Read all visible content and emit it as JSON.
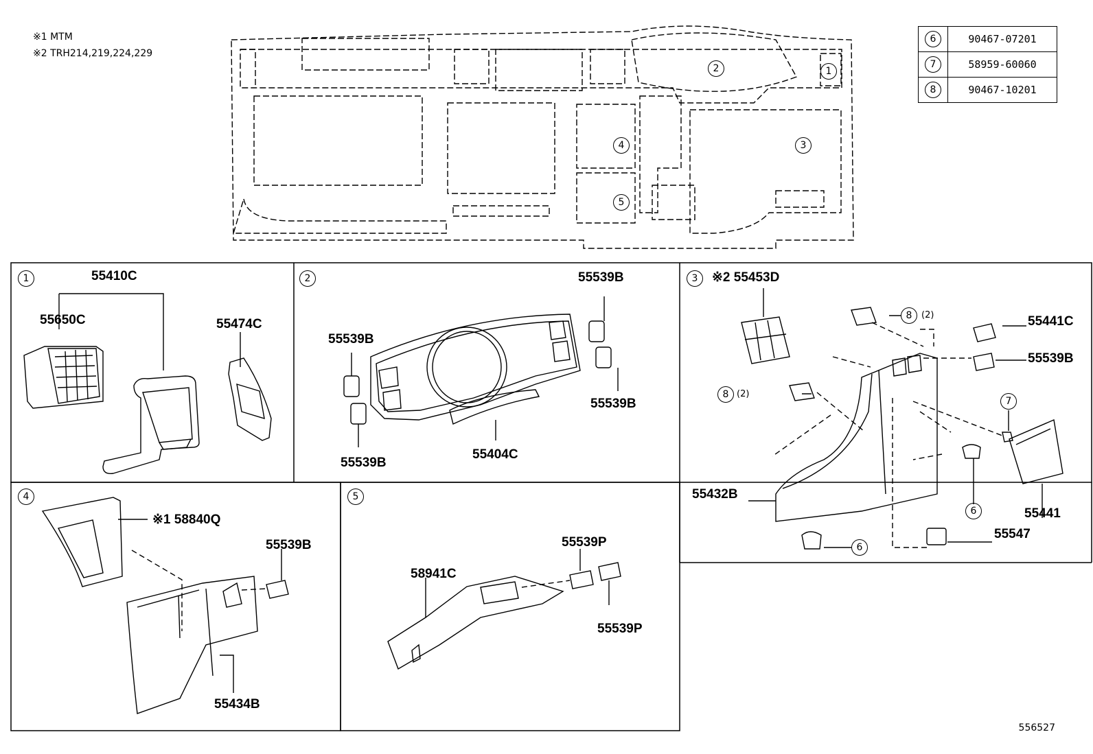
{
  "notes": [
    {
      "mark": "※1",
      "text": "MTM"
    },
    {
      "mark": "※2",
      "text": "TRH214,219,224,229"
    }
  ],
  "fastener_table": [
    {
      "index": "6",
      "part": "90467-07201"
    },
    {
      "index": "7",
      "part": "58959-60060"
    },
    {
      "index": "8",
      "part": "90467-10201"
    }
  ],
  "overview_markers": [
    "1",
    "2",
    "3",
    "4",
    "5"
  ],
  "panels": [
    {
      "index": "1",
      "labels": [
        "55410C",
        "55650C",
        "55474C"
      ]
    },
    {
      "index": "2",
      "labels": [
        "55539B",
        "55539B",
        "55539B",
        "55539B",
        "55404C"
      ]
    },
    {
      "index": "3",
      "labels": [
        "※2 55453D",
        "55441C",
        "55539B",
        "55432B",
        "55441",
        "55547"
      ],
      "callouts": [
        "8",
        "(2)",
        "8",
        "(2)",
        "7",
        "6",
        "6"
      ]
    },
    {
      "index": "4",
      "labels": [
        "※1 58840Q",
        "55539B",
        "55434B"
      ]
    },
    {
      "index": "5",
      "labels": [
        "55539P",
        "58941C",
        "55539P"
      ]
    }
  ],
  "reference_code": "556527",
  "colors": {
    "line": "#000000",
    "background": "#ffffff"
  }
}
